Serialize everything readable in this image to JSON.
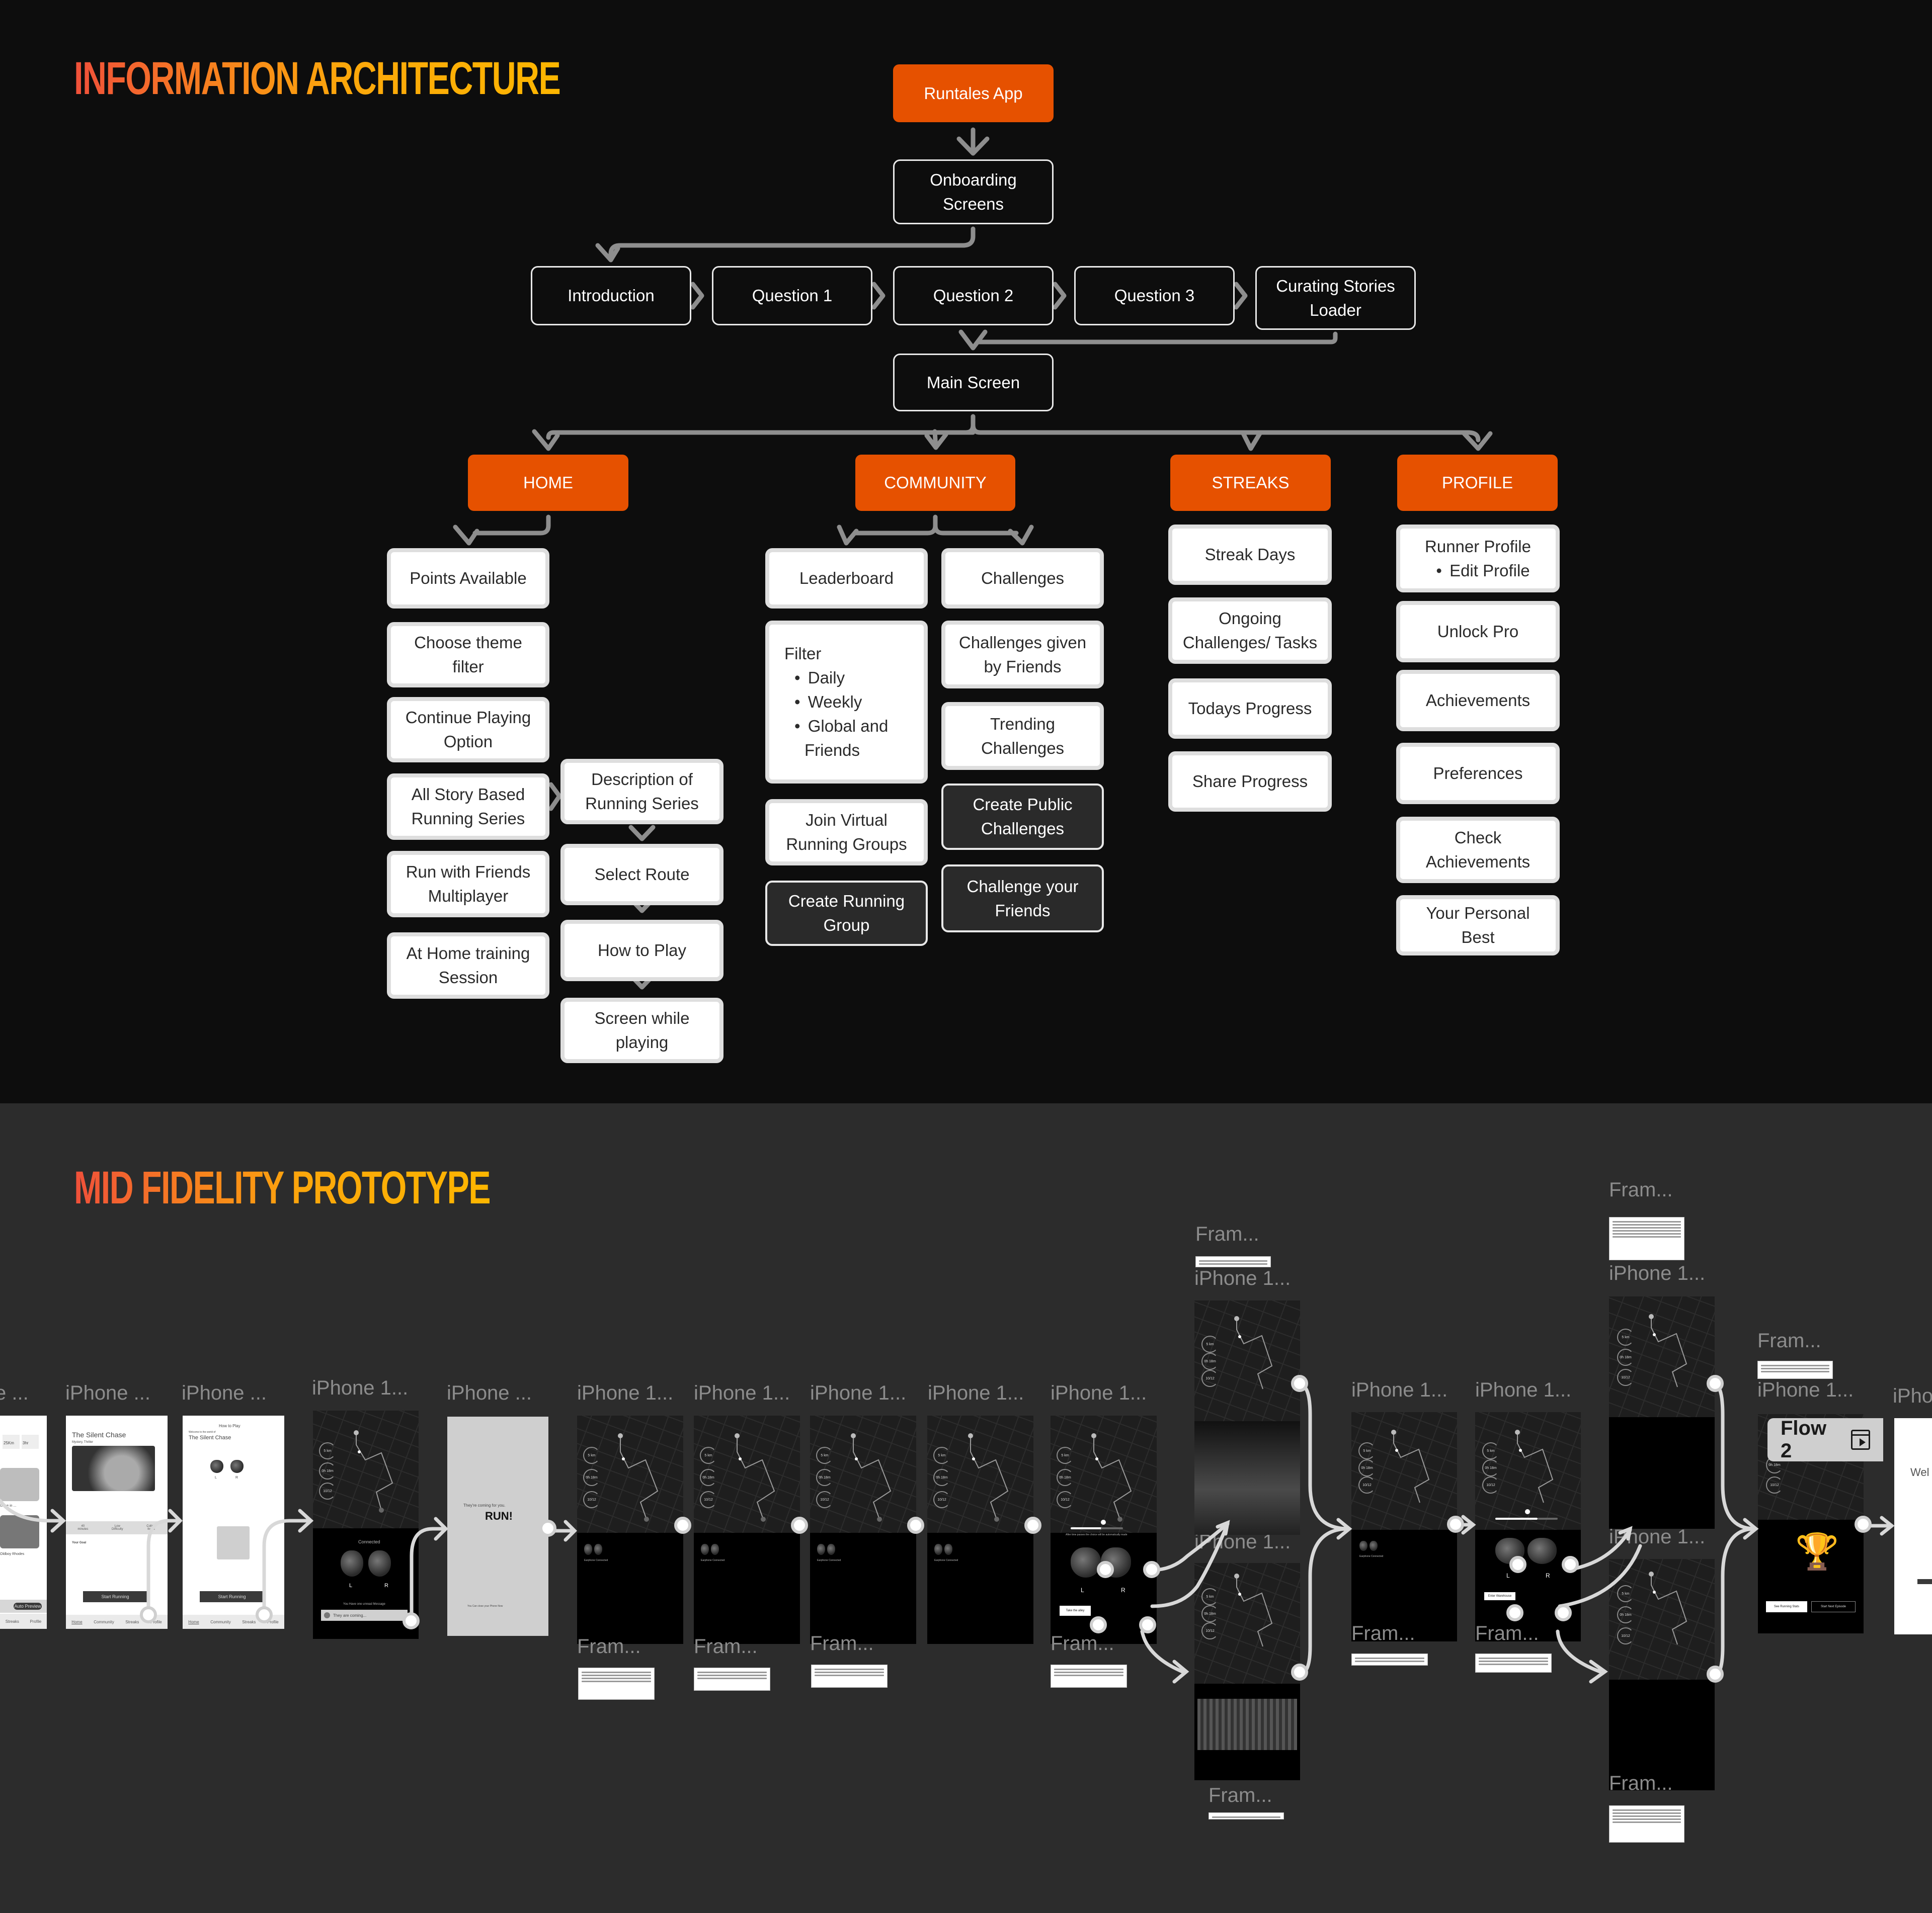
{
  "ia": {
    "title": "INFORMATION ARCHITECTURE",
    "root": "Runtales App",
    "onboarding": "Onboarding\nScreens",
    "onboarding_steps": [
      "Introduction",
      "Question 1",
      "Question 2",
      "Question 3",
      "Curating Stories\nLoader"
    ],
    "main_screen": "Main Screen",
    "categories": [
      {
        "label": "HOME",
        "items": [
          "Points Available",
          "Choose theme\nfilter",
          "Continue Playing\nOption",
          "All Story Based\nRunning Series",
          "Run with Friends\nMultiplayer",
          "At Home training\nSession"
        ],
        "series_flow": [
          "Description of\nRunning Series",
          "Select Route",
          "How to Play",
          "Screen while\nplaying"
        ]
      },
      {
        "label": "COMMUNITY",
        "left_items": [
          "Leaderboard",
          {
            "title": "Filter",
            "bullets": [
              "Daily",
              "Weekly",
              "Global and\nFriends"
            ]
          },
          "Join Virtual\nRunning Groups",
          "Create Running\nGroup"
        ],
        "right_items": [
          "Challenges",
          "Challenges given\nby Friends",
          "Trending\nChallenges",
          "Create Public\nChallenges",
          "Challenge your\nFriends"
        ]
      },
      {
        "label": "STREAKS",
        "items": [
          "Streak Days",
          "Ongoing\nChallenges/ Tasks",
          "Todays Progress",
          "Share Progress"
        ]
      },
      {
        "label": "PROFILE",
        "items": [
          {
            "title": "Runner Profile",
            "bullets": [
              "Edit Profile"
            ]
          },
          "Unlock Pro",
          "Achievements",
          "Preferences",
          "Check\nAchievements",
          "Your Personal Best"
        ]
      }
    ]
  },
  "prototype": {
    "title": "MID FIDELITY PROTOTYPE",
    "frame_labels": {
      "iphone_short": "iPhone ...",
      "iphone_num": "iPhone 1...",
      "frame": "Fram...",
      "cut_left": "e ...",
      "cut_right": "iPho"
    },
    "screens": {
      "home_stats": [
        "25Km",
        "3hr"
      ],
      "home_cards": [
        "Gone in ...",
        "Oldboy Rhodes"
      ],
      "home_pill": "Auto Preview",
      "story_title": "The Silent Chase",
      "story_genre": "Mystery, Thriller",
      "story_meta": [
        "40\nminutes",
        "Low\nDifficulty",
        "Collect\nItems"
      ],
      "story_goal_heading": "Your Goal",
      "start_running": "Start Running",
      "nav": [
        "Home",
        "Community",
        "Streaks",
        "Profile"
      ],
      "howto_title": "How to Play",
      "howto_welcome": "Welcome to the world of",
      "howto_story": "The Silent Chase",
      "earbuds_lr": [
        "L",
        "R"
      ],
      "connected": "Connected",
      "unread_message": "You Have one unread Message",
      "message_preview": "They are coming...",
      "run_subtitle": "They're coming for you.",
      "run_title": "RUN!",
      "run_footer": "You Can close your Phone Now",
      "stats_circles": [
        "5 km",
        "0h 18m",
        "10/12"
      ],
      "earphone_connected": "Earphone Connected",
      "timer_hint": "After time passes the choice will be automatically made",
      "choice_option_1": "Take the alley",
      "choice_option_2": "Enter Warehouse",
      "trophy_buttons": [
        "See Running Stats",
        "Start Next Episode"
      ],
      "welcome_partial": "Wel"
    },
    "flow_badge": "Flow 2"
  }
}
